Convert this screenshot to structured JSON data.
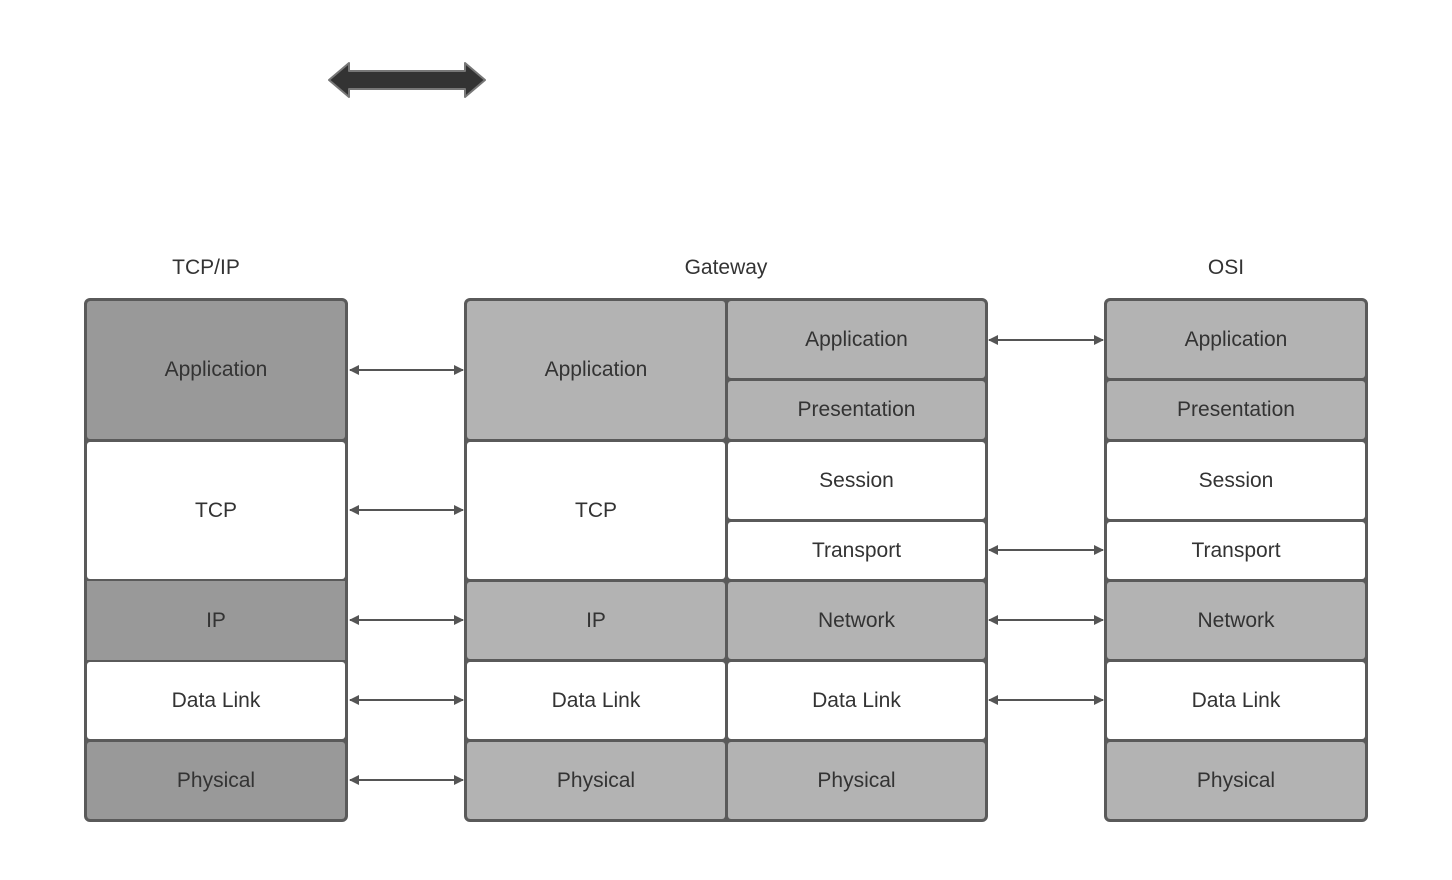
{
  "titles": {
    "tcpip": "TCP/IP",
    "gateway": "Gateway",
    "osi": "OSI"
  },
  "tcpip_layers": [
    "Application",
    "TCP",
    "IP",
    "Data Link",
    "Physical"
  ],
  "gateway_left_layers": [
    "Application",
    "TCP",
    "IP",
    "Data Link",
    "Physical"
  ],
  "gateway_right_layers": [
    "Application",
    "Presentation",
    "Session",
    "Transport",
    "Network",
    "Data Link",
    "Physical"
  ],
  "osi_layers": [
    "Application",
    "Presentation",
    "Session",
    "Transport",
    "Network",
    "Data Link",
    "Physical"
  ],
  "colors": {
    "tcpip_fill": "#999999",
    "gateway_fill": "#b3b3b3",
    "white_fill": "#ffffff",
    "border": "#5a5a5a",
    "arrow": "#555555"
  }
}
